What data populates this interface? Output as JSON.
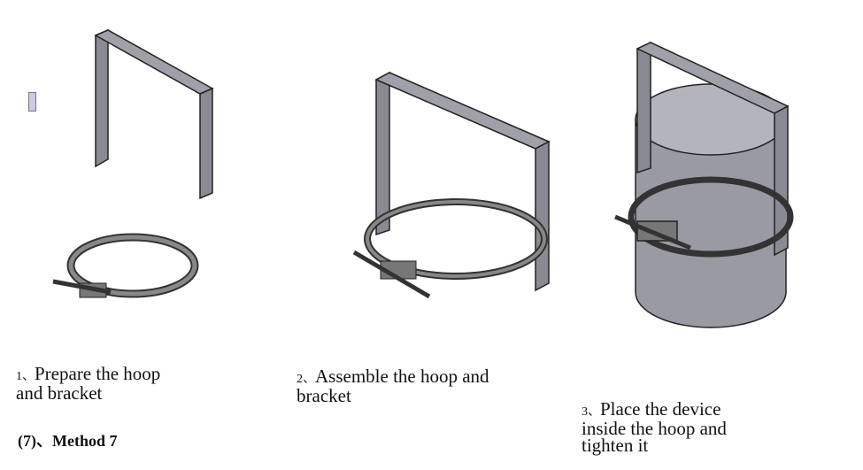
{
  "steps": [
    {
      "number": "1、",
      "line1": "Prepare the hoop",
      "line2": "and bracket"
    },
    {
      "number": "2、",
      "line1": "Assemble the hoop and",
      "line2": "bracket"
    },
    {
      "number": "3、",
      "line1": "Place the device",
      "line2": "inside the hoop and",
      "line3": "tighten it"
    }
  ],
  "method_heading": "(7)、Method 7"
}
